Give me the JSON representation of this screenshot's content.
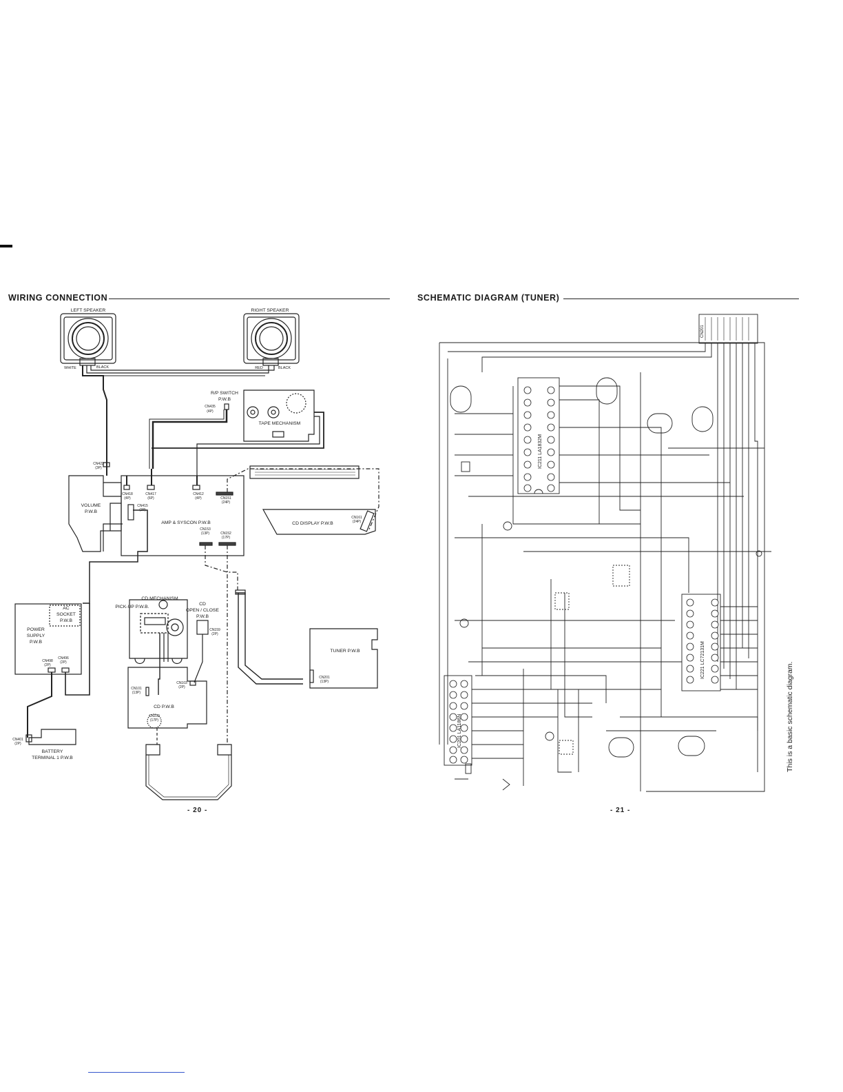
{
  "left_page": {
    "heading": "WIRING CONNECTION",
    "page_number": "- 20 -",
    "labels": {
      "left_speaker": "LEFT SPEAKER",
      "right_speaker": "RIGHT SPEAKER",
      "white": "WHITE",
      "black_left": "BLACK",
      "red": "RED",
      "black_right": "BLACK",
      "rp_switch": "R/P SWITCH",
      "rp_switch_pwb": "P.W.B",
      "cn435": "CN435",
      "cn435_pins": "(4P)",
      "tape_mechanism": "TAPE MECHANISM",
      "cn422": "CN422",
      "cn422_pins": "(3P)",
      "volume": "VOLUME",
      "volume_pwb": "P.W.B",
      "cn418": "CN418",
      "cn418_pins": "(4P)",
      "cn417": "CN417",
      "cn417_pins": "(6P)",
      "cn412": "CN412",
      "cn412_pins": "(4P)",
      "cn415": "CN415",
      "cn415_pins": "(2P)",
      "cn151": "CN151",
      "cn151_pins": "(24P)",
      "amp_syscon": "AMP & SYSCON P.W.B",
      "cn153": "CN153",
      "cn153_pins": "(13P)",
      "cn152": "CN152",
      "cn152_pins": "(17P)",
      "cn161": "CN161",
      "cn161_pins": "(24P)",
      "cd_display": "CD DISPLAY P.W.B",
      "ac_socket_1": "AC",
      "ac_socket_2": "SOCKET",
      "ac_socket_3": "P.W.B",
      "power_supply_1": "POWER",
      "power_supply_2": "SUPPLY",
      "power_supply_3": "P.W.B",
      "cn498": "CN498",
      "cn498_pins": "(2P)",
      "cn496": "CN496",
      "cn496_pins": "(2P)",
      "cd_mechanism": "CD MECHANISM",
      "pickup_pwb": "PICK-UP P.W.B.",
      "cd_open_close_1": "CD",
      "cd_open_close_2": "OPEN / CLOSE",
      "cd_open_close_3": "P.W.B",
      "cn159": "CN159",
      "cn159_pins": "(2P)",
      "cn101": "CN101",
      "cn101_pins": "(13P)",
      "cn103": "CN103",
      "cn103_pins": "(2P)",
      "cd_pwb": "CD P.W.B",
      "cn102": "CN102",
      "cn102_pins": "(17P)",
      "tuner_pwb": "TUNER P.W.B",
      "cn201": "CN201",
      "cn201_pins": "(13P)",
      "cn401": "CN401",
      "cn401_pins": "(2P)",
      "battery_1": "BATTERY",
      "battery_2": "TERMINAL 1 P.W.B"
    }
  },
  "right_page": {
    "heading": "SCHEMATIC DIAGRAM (TUNER)",
    "page_number": "- 21 -",
    "side_note": "This is a basic schematic diagram.",
    "ic_labels": {
      "ic211": "IC211  LA1832M",
      "ic221": "IC221  LC72131M",
      "ic201": "IC201  LA1186N",
      "cn201": "CN201"
    }
  }
}
